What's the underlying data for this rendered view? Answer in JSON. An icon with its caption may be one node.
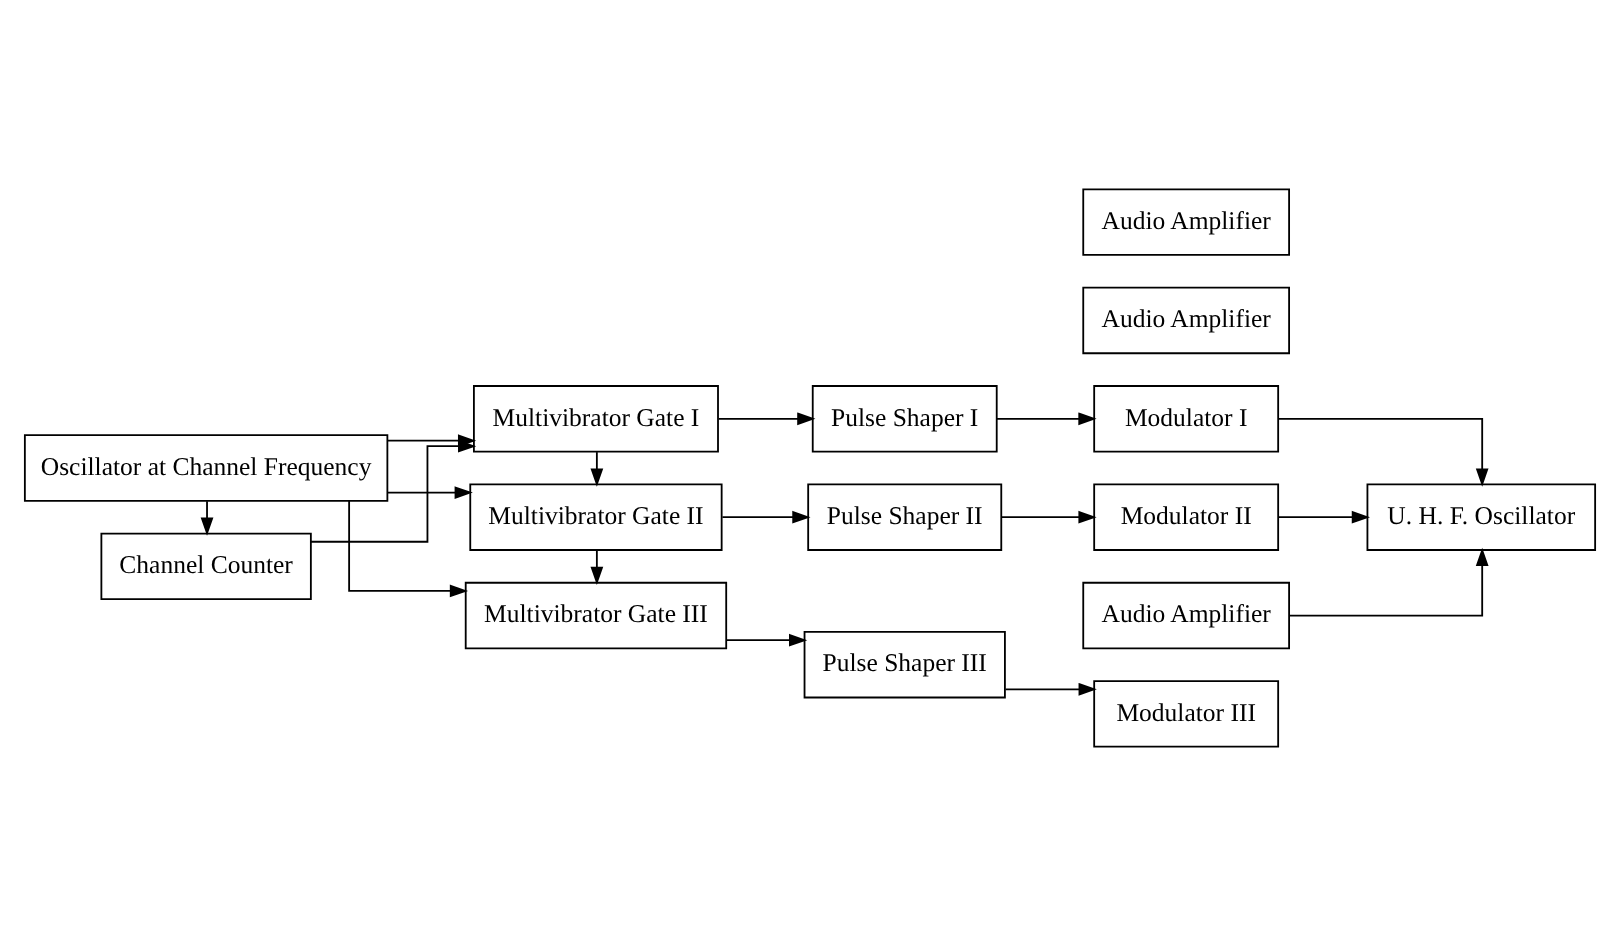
{
  "diagram": {
    "nodes": [
      {
        "text": [
          "Channel Counter"
        ]
      },
      {
        "text": [
          "Multivibrator Gate I"
        ]
      },
      {
        "text": [
          "Pulse Shaper I"
        ]
      },
      {
        "text": [
          "Audio Amplifier"
        ]
      },
      {
        "text": [
          "Modulator I"
        ]
      },
      {
        "text": [
          "Oscillator at Channel Frequency"
        ]
      },
      {
        "text": [
          "Multivibrator Gate II"
        ]
      },
      {
        "text": [
          "Pulse Shaper II"
        ]
      },
      {
        "text": [
          "Audio Amplifier"
        ]
      },
      {
        "text": [
          "Modulator II"
        ]
      },
      {
        "text": [
          "U. H. F. Oscillator"
        ]
      },
      {
        "text": [
          "Multivibrator Gate III"
        ]
      },
      {
        "text": [
          "Pulse Shaper III"
        ]
      },
      {
        "text": [
          "Audio Amplifier"
        ]
      },
      {
        "text": [
          "Modulator III"
        ]
      }
    ],
    "edges": [
      {
        "from": 5,
        "to": 0,
        "arrow": "to"
      },
      {
        "from": 0,
        "to": 1,
        "arrow": "to"
      },
      {
        "from": 5,
        "to": 1,
        "arrow": "to"
      },
      {
        "from": 5,
        "to": 6,
        "arrow": "to"
      },
      {
        "from": 5,
        "to": 11,
        "arrow": "to"
      },
      {
        "from": 1,
        "to": 6,
        "arrow": "to"
      },
      {
        "from": 6,
        "to": 11,
        "arrow": "to"
      },
      {
        "from": 1,
        "to": 2,
        "arrow": "to"
      },
      {
        "from": 6,
        "to": 7,
        "arrow": "to"
      },
      {
        "from": 11,
        "to": 12,
        "arrow": "to"
      },
      {
        "from": 2,
        "to": 4,
        "arrow": "to"
      },
      {
        "from": 7,
        "to": 9,
        "arrow": "to"
      },
      {
        "from": 12,
        "to": 14,
        "arrow": "to"
      },
      {
        "from": 4,
        "to": 10,
        "arrow": "to"
      },
      {
        "from": 9,
        "to": 10,
        "arrow": "to"
      },
      {
        "from": 13,
        "to": 10,
        "arrow": "to"
      }
    ]
  }
}
